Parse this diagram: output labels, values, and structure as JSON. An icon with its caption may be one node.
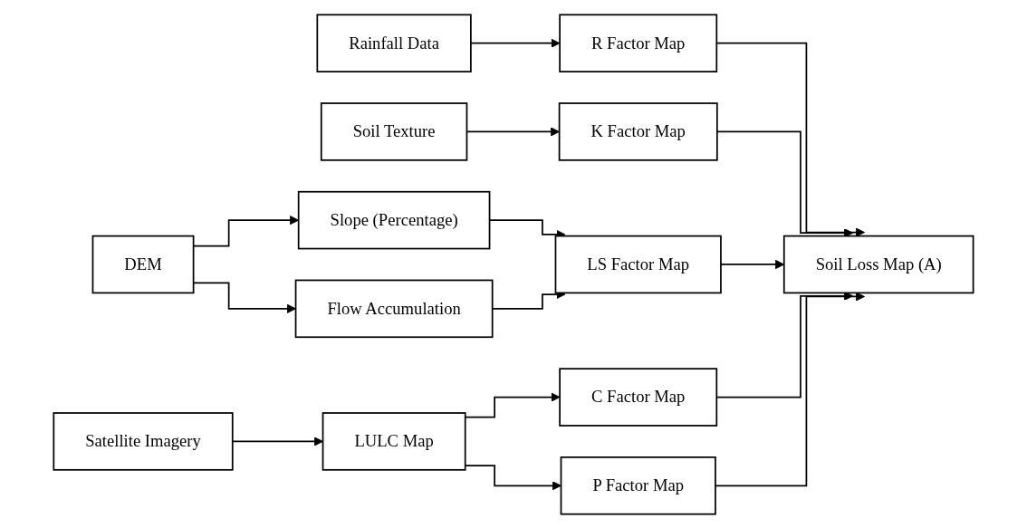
{
  "diagram": {
    "nodes": [
      {
        "text": [
          "Rainfall Data"
        ]
      },
      {
        "text": [
          "R Factor Map"
        ]
      },
      {
        "text": [
          "Soil Texture"
        ]
      },
      {
        "text": [
          "K Factor Map"
        ]
      },
      {
        "text": [
          "DEM"
        ]
      },
      {
        "text": [
          "Slope (Percentage)"
        ]
      },
      {
        "text": [
          "Flow Accumulation"
        ]
      },
      {
        "text": [
          "LS Factor Map"
        ]
      },
      {
        "text": [
          "Soil Loss Map (A)"
        ]
      },
      {
        "text": [
          "Satellite Imagery"
        ]
      },
      {
        "text": [
          "LULC Map"
        ]
      },
      {
        "text": [
          "C Factor Map"
        ]
      },
      {
        "text": [
          "P Factor Map"
        ]
      }
    ],
    "edges": [
      {
        "from": 0,
        "to": 1,
        "arrow": "to"
      },
      {
        "from": 2,
        "to": 3,
        "arrow": "to"
      },
      {
        "from": 4,
        "to": 5,
        "arrow": "to"
      },
      {
        "from": 4,
        "to": 6,
        "arrow": "to"
      },
      {
        "from": 5,
        "to": 7,
        "arrow": "to"
      },
      {
        "from": 6,
        "to": 7,
        "arrow": "to"
      },
      {
        "from": 9,
        "to": 10,
        "arrow": "to"
      },
      {
        "from": 10,
        "to": 11,
        "arrow": "to"
      },
      {
        "from": 10,
        "to": 12,
        "arrow": "to"
      },
      {
        "from": 1,
        "to": 8,
        "arrow": "to"
      },
      {
        "from": 3,
        "to": 8,
        "arrow": "to"
      },
      {
        "from": 7,
        "to": 8,
        "arrow": "to"
      },
      {
        "from": 11,
        "to": 8,
        "arrow": "to"
      },
      {
        "from": 12,
        "to": 8,
        "arrow": "to"
      }
    ]
  }
}
